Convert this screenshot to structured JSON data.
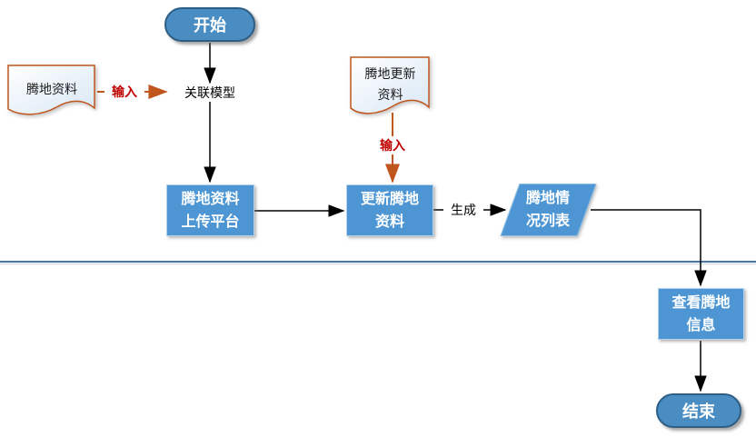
{
  "diagram": {
    "nodes": {
      "start": "开始",
      "doc_left": "腾地资料",
      "assoc_model": "关联模型",
      "box_upload": "腾地资料\n上传平台",
      "doc_update": "腾地更新\n资料",
      "box_update": "更新腾地\n资料",
      "list_parallelogram": "腾地情\n况列表",
      "box_view": "查看腾地\n信息",
      "end": "结束"
    },
    "edge_labels": {
      "input_left": "输入",
      "input_update": "输入",
      "generate": "生成"
    },
    "colors": {
      "process_blue": "#4e96d3",
      "terminator_blue": "#4a8dc2",
      "terminator_border": "#2d5e86",
      "document_border": "#c0561d",
      "orange_connector": "#c0561d",
      "red_label": "#c00000",
      "black_connector": "#000000",
      "divider_dark": "#4c78a8",
      "divider_light": "#dbe5f1"
    }
  }
}
